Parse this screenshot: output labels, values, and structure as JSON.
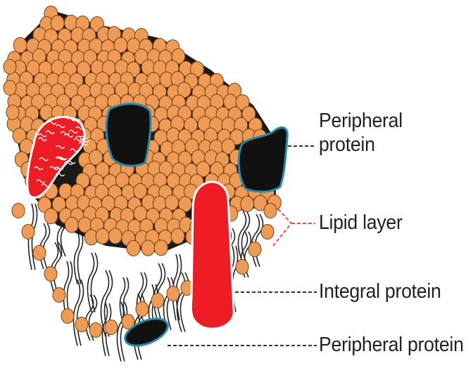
{
  "diagram": {
    "labels": {
      "peripheral_protein_top": "Peripheral protein",
      "lipid_layer": "Lipid layer",
      "integral_protein": "Integral protein",
      "peripheral_protein_bottom": "Peripheral protein"
    },
    "colors": {
      "lipid_head": "#EE9B57",
      "head_outline": "#7a3f10",
      "protein_black": "#111111",
      "protein_edge": "#2f8aa8",
      "integral_red": "#EE1C24",
      "leader_line": "#333333",
      "lipid_bracket": "#E05050"
    }
  }
}
